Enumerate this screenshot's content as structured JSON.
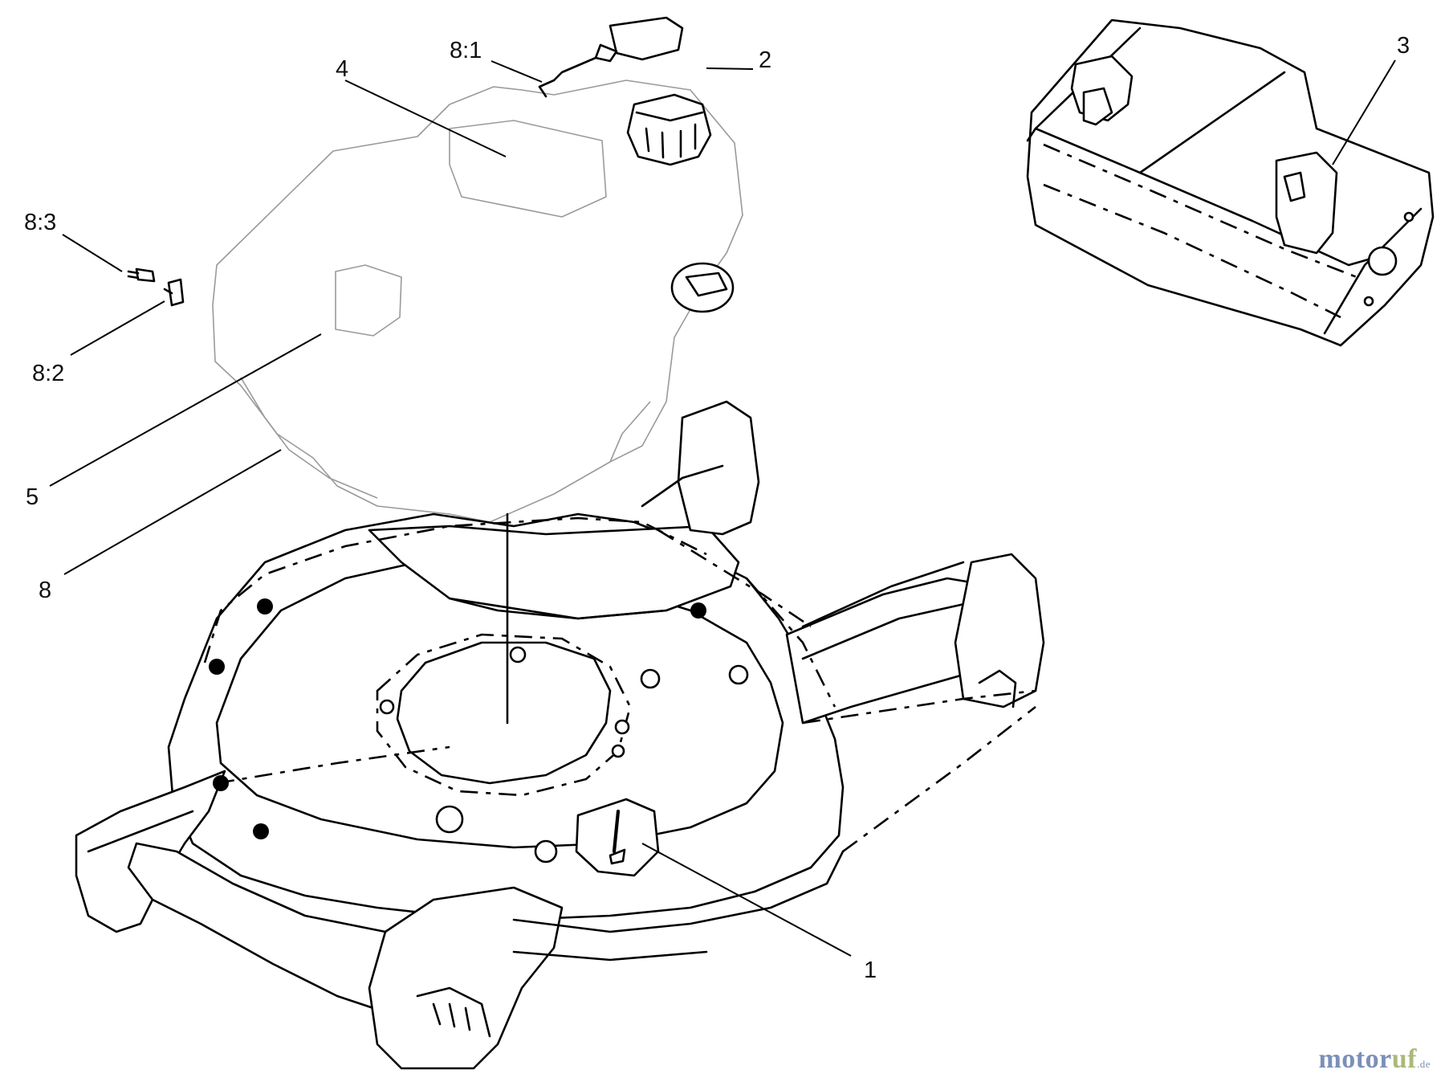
{
  "callouts": [
    {
      "id": "c1",
      "label": "1"
    },
    {
      "id": "c2",
      "label": "2"
    },
    {
      "id": "c3",
      "label": "3"
    },
    {
      "id": "c4",
      "label": "4"
    },
    {
      "id": "c5",
      "label": "5"
    },
    {
      "id": "c8",
      "label": "8"
    },
    {
      "id": "c81",
      "label": "8:1"
    },
    {
      "id": "c82",
      "label": "8:2"
    },
    {
      "id": "c83",
      "label": "8:3"
    }
  ],
  "watermark": {
    "part1": "motor",
    "part2": "uf",
    "tld": ".de"
  }
}
